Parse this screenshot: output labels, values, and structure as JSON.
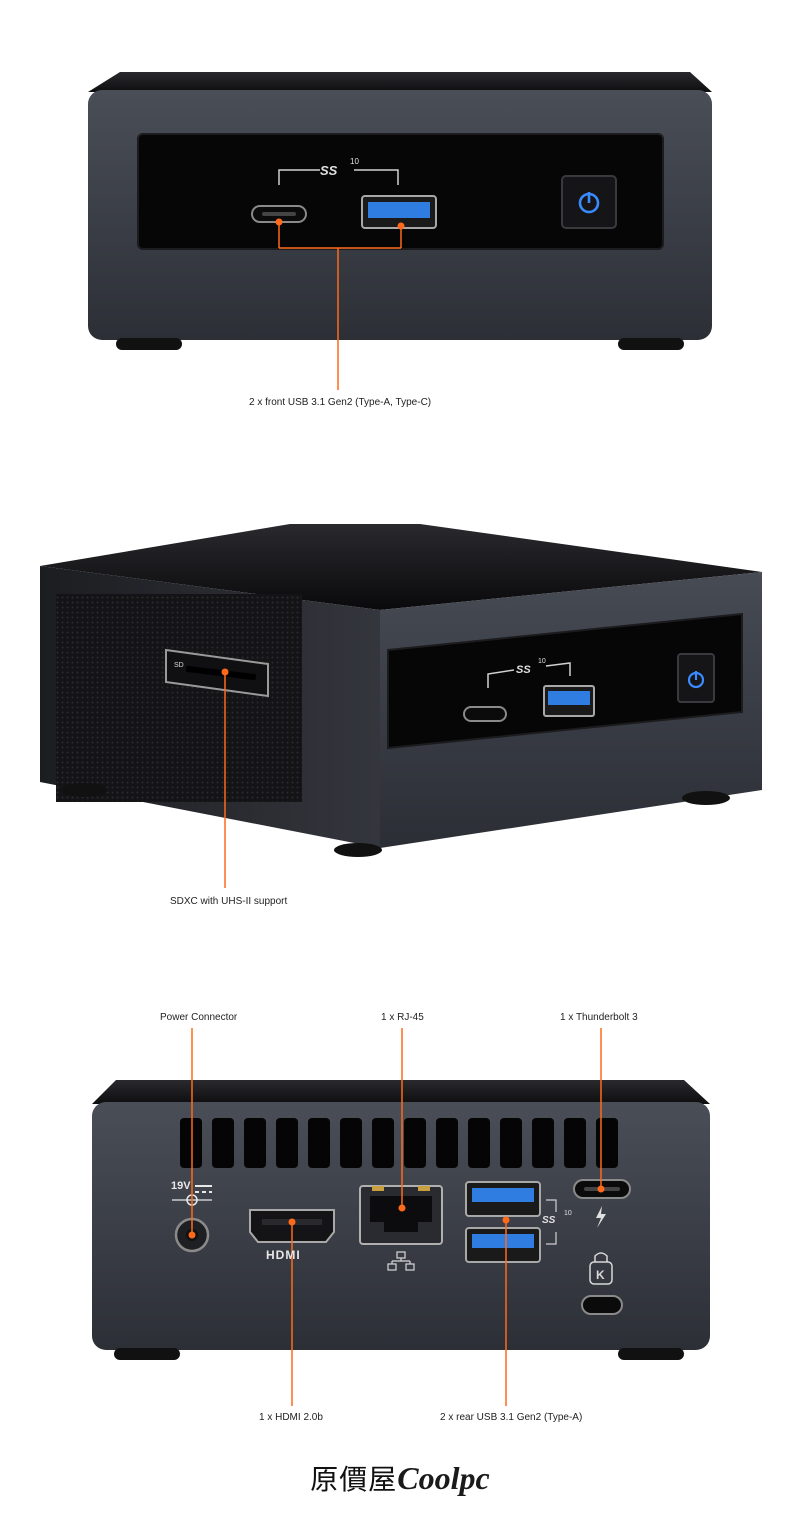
{
  "colors": {
    "accent_line": "#ff6a1a",
    "body_dark": "#3a3d45",
    "lid_black": "#141416",
    "usb_blue": "#2f7de0",
    "power_blue": "#3a8bff"
  },
  "icons": {
    "front_usb_logo": "superspeed-usb-10-icon",
    "power": "power-button-icon",
    "sd": "sd-card-icon",
    "network": "network-icon",
    "thunderbolt": "thunderbolt-icon",
    "lock": "kensington-lock-icon"
  },
  "device_text": {
    "ss_logo": "SS",
    "ss_small": "10",
    "sd_small": "SD",
    "hdmi_logo": "HDMI",
    "voltage": "19V"
  },
  "labels": {
    "front_usb": "2 x front USB 3.1 Gen2 (Type-A, Type-C)",
    "sdxc": "SDXC with UHS-II support",
    "power_connector": "Power Connector",
    "rj45": "1 x RJ-45",
    "thunderbolt": "1 x Thunderbolt 3",
    "hdmi": "1 x HDMI 2.0b",
    "rear_usb": "2 x rear USB 3.1 Gen2 (Type-A)"
  },
  "logo": {
    "chinese": "原價屋",
    "english": "Coolpc"
  }
}
